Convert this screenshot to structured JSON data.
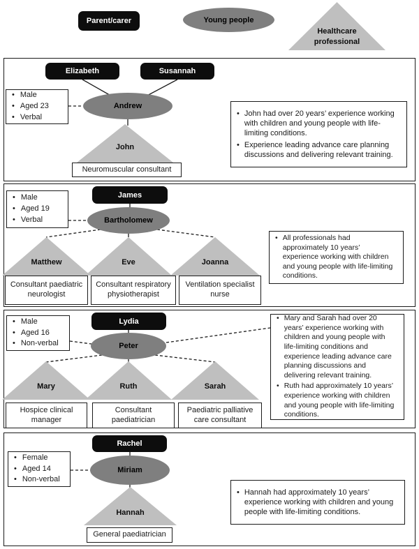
{
  "legend": {
    "parent": "Parent/carer",
    "young_people": "Young people",
    "professional": "Healthcare professional"
  },
  "colors": {
    "parent_box": "#0d0d0d",
    "young_person_ellipse": "#7f7f7f",
    "professional_triangle": "#bfbfbf"
  },
  "panels": [
    {
      "parents": [
        "Elizabeth",
        "Susannah"
      ],
      "young_person": "Andrew",
      "traits": [
        "Male",
        "Aged 23",
        "Verbal"
      ],
      "professionals": [
        {
          "name": "John",
          "role": "Neuromuscular consultant"
        }
      ],
      "notes": [
        "John had over 20 years’ experience working with children and young people with life-limiting conditions.",
        "Experience leading advance care planning discussions and delivering relevant training."
      ]
    },
    {
      "parents": [
        "James"
      ],
      "young_person": "Bartholomew",
      "traits": [
        "Male",
        "Aged 19",
        "Verbal"
      ],
      "professionals": [
        {
          "name": "Matthew",
          "role": "Consultant paediatric neurologist"
        },
        {
          "name": "Eve",
          "role": "Consultant respiratory physiotherapist"
        },
        {
          "name": "Joanna",
          "role": "Ventilation specialist nurse"
        }
      ],
      "notes": [
        "All professionals had approximately 10 years’ experience working with children and young people with life-limiting conditions."
      ]
    },
    {
      "parents": [
        "Lydia"
      ],
      "young_person": "Peter",
      "traits": [
        "Male",
        "Aged 16",
        "Non-verbal"
      ],
      "professionals": [
        {
          "name": "Mary",
          "role": "Hospice clinical manager"
        },
        {
          "name": "Ruth",
          "role": "Consultant paediatrician"
        },
        {
          "name": "Sarah",
          "role": "Paediatric palliative care consultant"
        }
      ],
      "notes": [
        "Mary and Sarah had over 20 years’ experience working with children and young people with life-limiting conditions and experience leading advance care planning discussions and delivering relevant training.",
        "Ruth had approximately 10 years’ experience working with children and young people with life-limiting conditions."
      ]
    },
    {
      "parents": [
        "Rachel"
      ],
      "young_person": "Miriam",
      "traits": [
        "Female",
        "Aged 14",
        "Non-verbal"
      ],
      "professionals": [
        {
          "name": "Hannah",
          "role": "General paediatrician"
        }
      ],
      "notes": [
        "Hannah had approximately 10 years’ experience working with children and young people with life-limiting conditions."
      ]
    }
  ],
  "bullet": "•"
}
